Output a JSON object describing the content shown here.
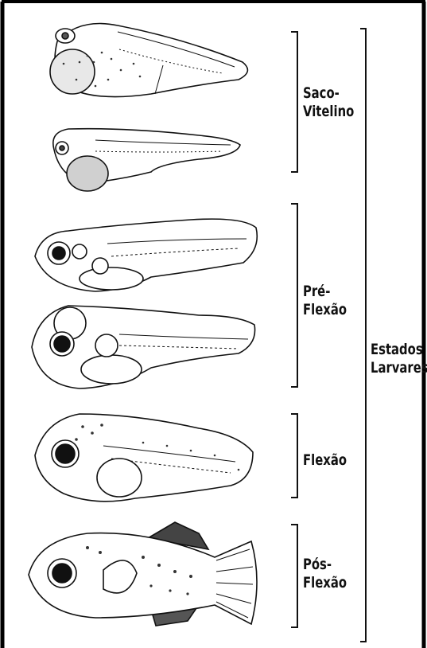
{
  "figure": {
    "colors": {
      "ink": "#111111",
      "paper": "#ffffff",
      "frame": "#000000"
    },
    "stages": [
      {
        "lines": [
          "Saco-",
          "Vitelino"
        ],
        "larvae": [
          "yolk-sac-larva-early",
          "yolk-sac-larva-late"
        ]
      },
      {
        "lines": [
          "Pré-",
          "Flexão"
        ],
        "larvae": [
          "preflexion-larva-early",
          "preflexion-larva-late"
        ]
      },
      {
        "lines": [
          "Flexão"
        ],
        "larvae": [
          "flexion-larva"
        ]
      },
      {
        "lines": [
          "Pós-",
          "Flexão"
        ],
        "larvae": [
          "postflexion-larva"
        ]
      }
    ],
    "group": {
      "lines": [
        "Estados",
        "Larvares"
      ]
    }
  }
}
